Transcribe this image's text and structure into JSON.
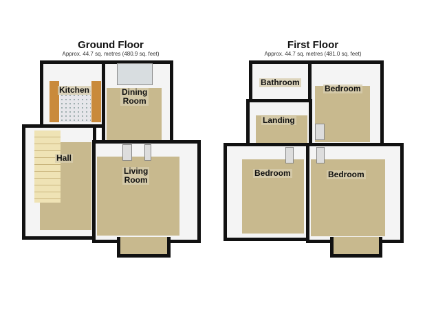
{
  "ground_floor": {
    "title": "Ground Floor",
    "area": "Approx.  44.7 sq. metres (480.9 sq. feet)",
    "rooms": {
      "kitchen": "Kitchen",
      "dining": "Dining\nRoom",
      "hall": "Hall",
      "living": "Living\nRoom"
    }
  },
  "first_floor": {
    "title": "First Floor",
    "area": "Approx.  44.7 sq. metres (481.0 sq. feet)",
    "rooms": {
      "bathroom": "Bathroom",
      "bedroom_top": "Bedroom",
      "landing": "Landing",
      "bedroom_left": "Bedroom",
      "bedroom_right": "Bedroom"
    }
  }
}
